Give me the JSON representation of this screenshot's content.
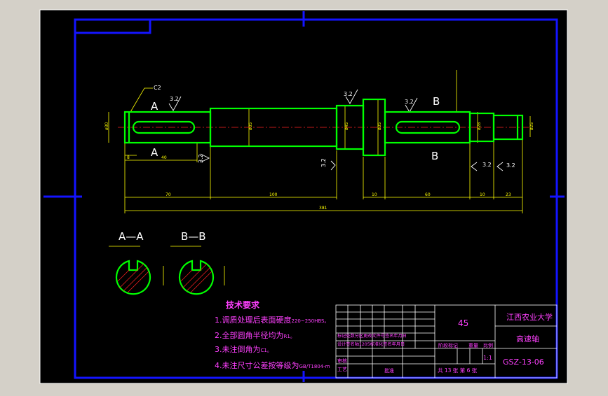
{
  "drawing": {
    "section_labels": {
      "a_top": "A",
      "a_bottom": "A",
      "b_top": "B",
      "b_bottom": "B",
      "aa": "A—A",
      "bb": "B—B"
    },
    "roughness": {
      "r1": "3.2",
      "r2": "3.2",
      "r3": "3.2",
      "r4": "3.2",
      "r5": "3.2",
      "r6": "3.2",
      "r7": "3.2"
    },
    "chamfer_note": "C2",
    "dims_horizontal": {
      "d70": "70",
      "d100": "100",
      "d10a": "10",
      "d60": "60",
      "d10b": "10",
      "d23": "23",
      "d381": "381",
      "d40": "40",
      "d8": "8"
    },
    "dims_diameter": {
      "dia1": "ø30",
      "dia2": "ø35",
      "dia3": "ø45",
      "dia4": "ø35",
      "dia5": "ø28",
      "dia6": "ø25"
    },
    "tech_requirements": {
      "title": "技术要求",
      "line1_main": "1.调质处理后表面硬度",
      "line1_small": "220~250HBS。",
      "line2_main": "2.全部圆角半径均为",
      "line2_small": "R1。",
      "line3_main": "3.未注倒角为",
      "line3_small": "C1。",
      "line4_main": "4.未注尺寸公差按等级为",
      "line4_small": "GB/T1804-m"
    },
    "title_block": {
      "material": "45",
      "school": "江西农业大学",
      "part_name": "高速轴",
      "drawing_no": "GSZ-13-06",
      "scale": "1:1",
      "r1": "标记处数分区更改文件号签名年月日",
      "r2": "设计签名轴1205标准化签名年月日",
      "stage_label": "阶段标记",
      "weight_label": "重量",
      "scale_label": "比例",
      "sheet_info": "共 13 张 第 6 张",
      "audit": "审核",
      "craft": "工艺",
      "approve": "批准"
    }
  }
}
